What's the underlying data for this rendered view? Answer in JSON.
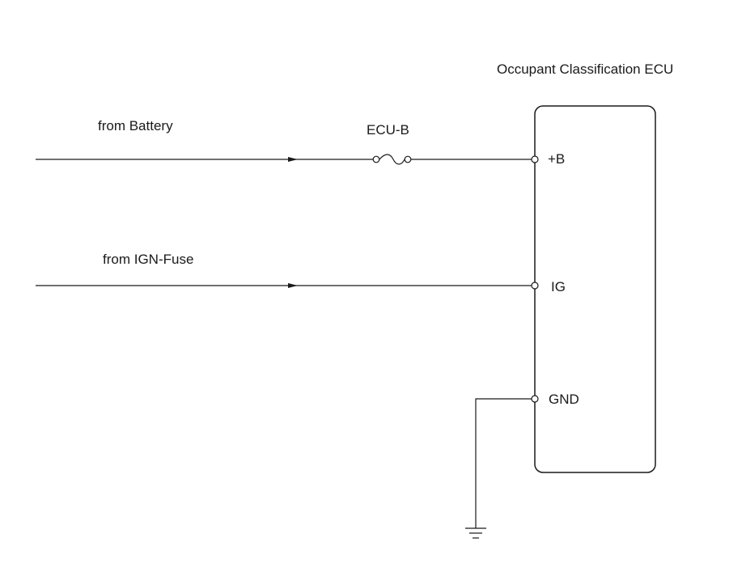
{
  "ecu": {
    "title": "Occupant Classification ECU",
    "terminals": {
      "b": "+B",
      "ig": "IG",
      "gnd": "GND"
    }
  },
  "inputs": {
    "battery": "from Battery",
    "ign": "from IGN-Fuse"
  },
  "fuse": {
    "label": "ECU-B"
  }
}
